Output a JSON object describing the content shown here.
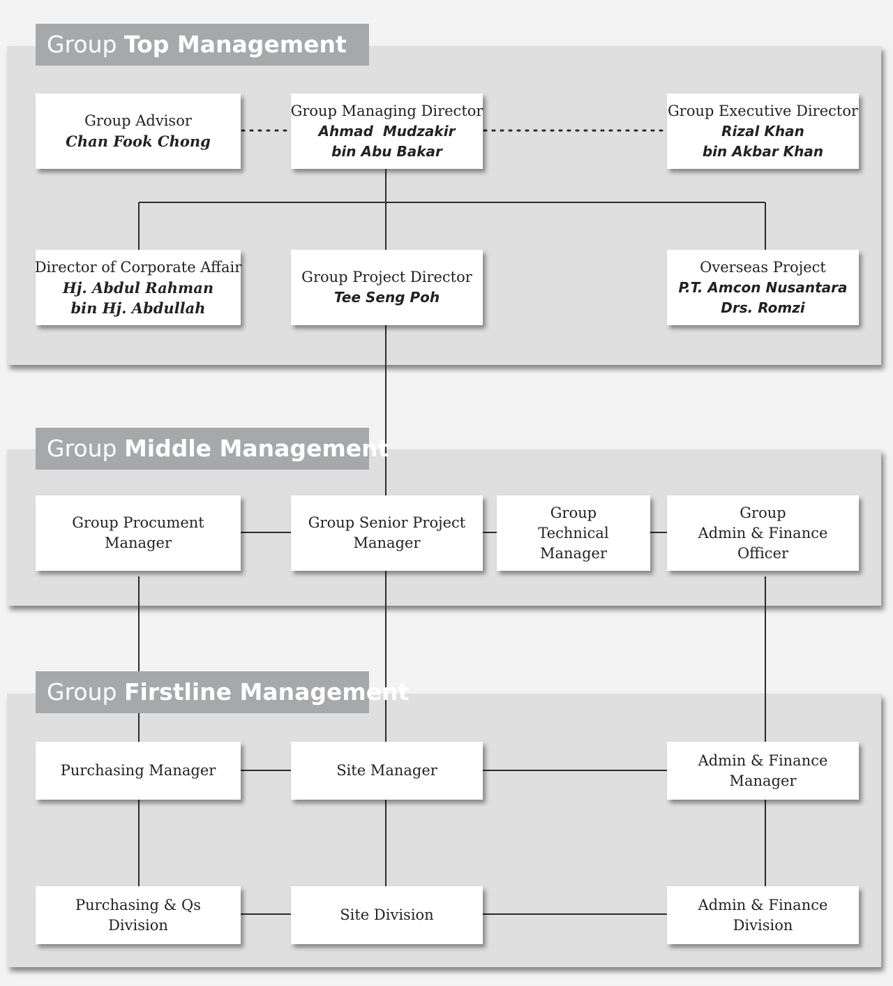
{
  "sections": {
    "top": {
      "light": "Group",
      "strong": "Top Management"
    },
    "middle": {
      "light": "Group",
      "strong": "Middle Management"
    },
    "firstline": {
      "light": "Group",
      "strong": "Firstline Management"
    }
  },
  "boxes": {
    "group_advisor": {
      "role": "Group Advisor",
      "name": [
        "Chan Fook Chong"
      ]
    },
    "managing_director": {
      "role": "Group Managing Director",
      "name": [
        "Ahmad  Mudzakir",
        "bin Abu Bakar"
      ]
    },
    "executive_director": {
      "role": "Group Executive Director",
      "name": [
        "Rizal Khan",
        "bin Akbar Khan"
      ]
    },
    "corporate_affair": {
      "role": "Director of Corporate Affair",
      "name": [
        "Hj. Abdul Rahman",
        "bin Hj. Abdullah"
      ]
    },
    "project_director": {
      "role": "Group Project Director",
      "name": [
        "Tee Seng Poh"
      ]
    },
    "overseas_project": {
      "role": "Overseas Project",
      "name": [
        "P.T. Amcon Nusantara",
        "Drs. Romzi"
      ]
    },
    "procument_manager": {
      "role": [
        "Group Procument",
        "Manager"
      ]
    },
    "senior_project_manager": {
      "role": [
        "Group Senior Project",
        "Manager"
      ]
    },
    "technical_manager": {
      "role": [
        "Group",
        "Technical",
        "Manager"
      ]
    },
    "admin_finance_officer": {
      "role": [
        "Group",
        "Admin & Finance",
        "Officer"
      ]
    },
    "purchasing_manager": {
      "role": [
        "Purchasing Manager"
      ]
    },
    "site_manager": {
      "role": [
        "Site Manager"
      ]
    },
    "admin_finance_manager": {
      "role": [
        "Admin & Finance",
        "Manager"
      ]
    },
    "purchasing_qs_division": {
      "role": [
        "Purchasing & Qs",
        "Division"
      ]
    },
    "site_division": {
      "role": [
        "Site Division"
      ]
    },
    "admin_finance_division": {
      "role": [
        "Admin & Finance",
        "Division"
      ]
    }
  },
  "colors": {
    "panel": "#dfdfe0",
    "tab": "#a7a8aa",
    "line": "#2b2b2b"
  }
}
